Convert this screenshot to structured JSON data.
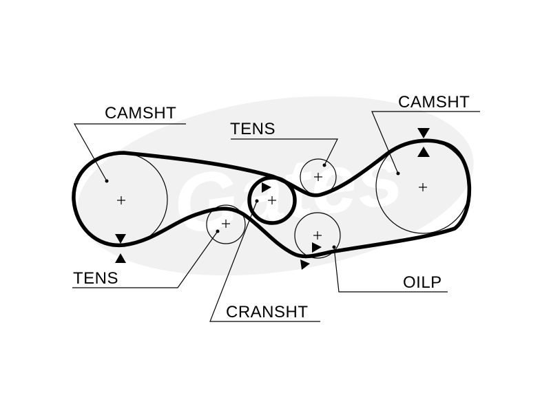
{
  "labels": {
    "camshaft_left": "CAMSHT",
    "camshaft_right": "CAMSHT",
    "tensioner_top": "TENS",
    "tensioner_bottom": "TENS",
    "crankshaft": "CRANSHT",
    "oil_pump": "OILP"
  },
  "colors": {
    "belt": "#000000",
    "watermark": "#f1f1f1"
  },
  "icons": [
    "crosshair-icon",
    "timing-mark-icon",
    "brand-watermark-logo"
  ]
}
